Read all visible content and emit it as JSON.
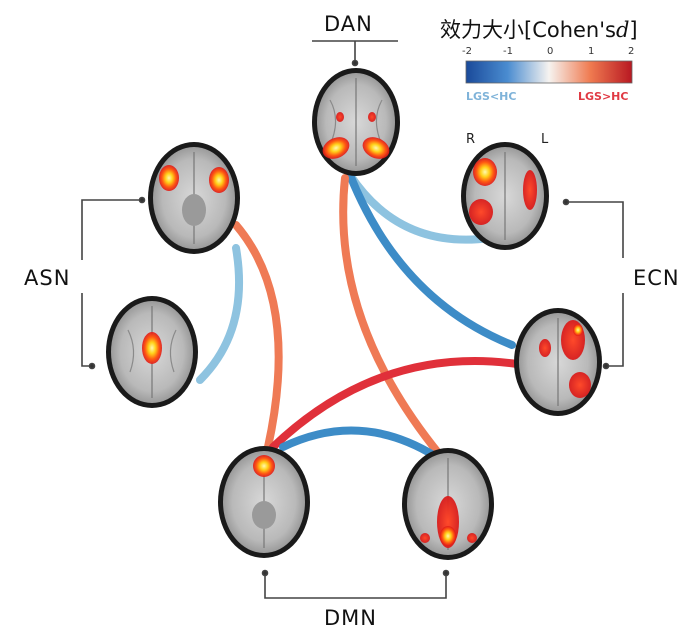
{
  "networks": {
    "dan": "DAN",
    "asn": "ASN",
    "ecn": "ECN",
    "dmn": "DMN"
  },
  "legend": {
    "title_cn": "效力大小[Cohen's",
    "title_d": "d",
    "title_close": "]",
    "ticks": [
      "-2",
      "-1",
      "0",
      "1",
      "2"
    ],
    "low_label": "LGS<HC",
    "high_label": "LGS>HC",
    "low_color": "#7fb3d9",
    "high_color": "#e03a44"
  },
  "orientation": {
    "right": "R",
    "left": "L"
  },
  "colors": {
    "negative_strong": "#3d8cc7",
    "negative_light": "#8ec3e0",
    "positive_strong": "#e0303a",
    "positive_light": "#ef7a55"
  }
}
